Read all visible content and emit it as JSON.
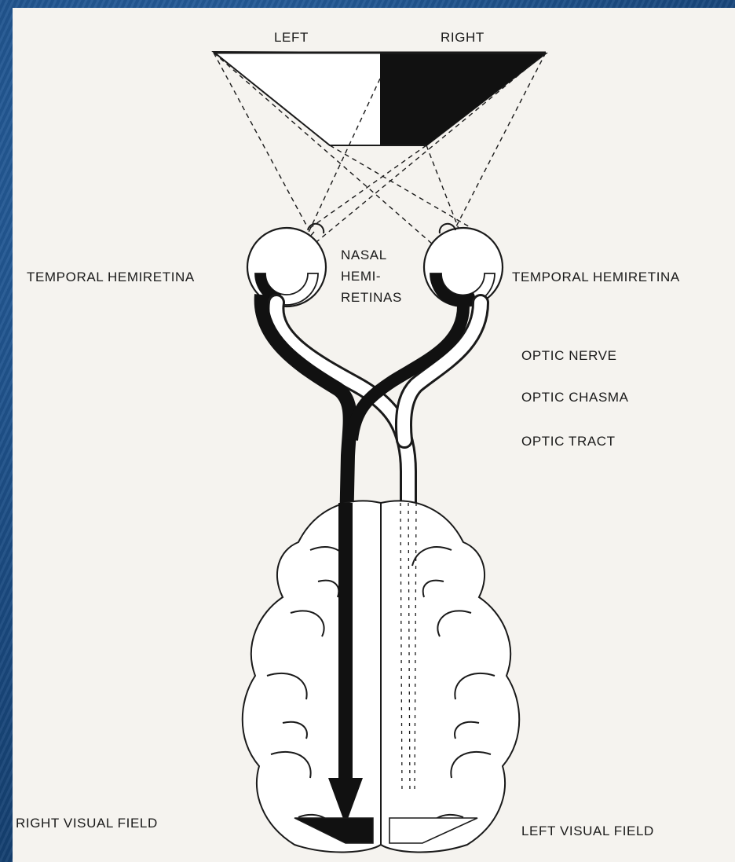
{
  "visual_field": {
    "left": "LEFT",
    "right": "RIGHT"
  },
  "retina": {
    "temporal_left": "TEMPORAL HEMIRETINA",
    "temporal_right": "TEMPORAL HEMIRETINA",
    "nasal_line1": "NASAL",
    "nasal_line2": "HEMI-",
    "nasal_line3": "RETINAS"
  },
  "pathway": {
    "optic_nerve": "OPTIC NERVE",
    "optic_chiasm": "OPTIC CHASMA",
    "optic_tract": "OPTIC TRACT"
  },
  "cortex": {
    "right_visual_field": "RIGHT VISUAL FIELD",
    "left_visual_field": "LEFT VISUAL FIELD"
  },
  "colors": {
    "background": "#1d4f86",
    "paper": "#f5f3ef",
    "ink": "#1a1a1a"
  }
}
